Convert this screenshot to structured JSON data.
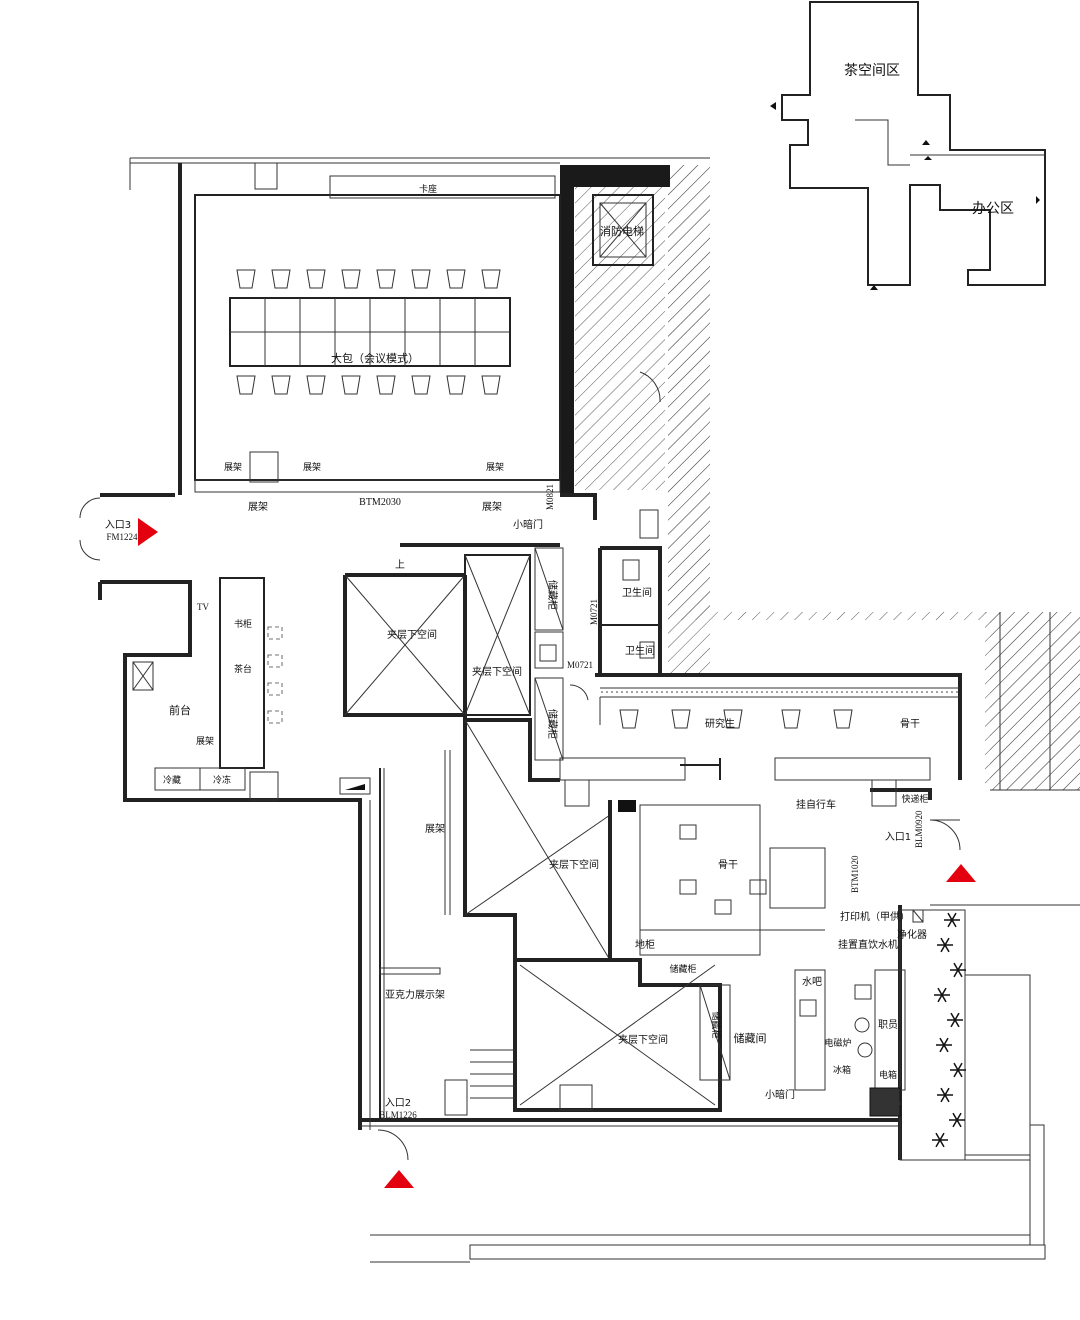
{
  "key_plan": {
    "tea_zone": "茶空间区",
    "office_zone": "办公区"
  },
  "rooms": {
    "private_room": "大包（会议模式）",
    "card_seats": "卡座",
    "display_rack_1": "展架",
    "display_rack_2": "展架",
    "display_rack_3": "展架",
    "display_rack_4": "展架",
    "display_rack_5": "展架",
    "display_rack_6": "展架",
    "display_rack_7": "展架",
    "fire_elevator": "消防电梯",
    "reception": "前台",
    "tv": "TV",
    "mezz_1": "夹层下空间",
    "mezz_2": "夹层下空间",
    "mezz_3": "夹层下空间",
    "mezz_4": "夹层下空间",
    "storage_cab_1": "储藏柜",
    "storage_cab_2": "储藏柜",
    "storage_cab_3": "储藏柜",
    "storage_cab_4": "储藏柜",
    "storage_room": "储藏间",
    "wc_1": "卫生间",
    "wc_2": "卫生间",
    "researcher": "研究生",
    "backbone_1": "骨干",
    "backbone_2": "骨干",
    "hang_bike": "挂自行车",
    "water_bar": "水吧",
    "staff": "职员",
    "printer": "打印机（甲供）",
    "purifier": "净化器",
    "water_dispenser": "挂置直饮水机",
    "acrylic": "亚克力展示架",
    "small_door_1": "小暗门",
    "small_door_2": "小暗门",
    "up": "上",
    "floor_cab": "地柜",
    "stove": "电磁炉",
    "fridge": "冰箱",
    "book_cab": "书柜",
    "tea_cab": "茶台",
    "fridge2": "冷藏",
    "fridge3": "冷冻",
    "electric": "电箱",
    "express": "快递柜"
  },
  "entries": {
    "e1_label": "入口1",
    "e1_code": "BLM0920",
    "e2_label": "入口2",
    "e2_code": "BLM1226",
    "e3_label": "入口3",
    "e3_code": "FM1224"
  },
  "door_codes": {
    "btm2030": "BTM2030",
    "m0821": "M0821",
    "m0721a": "M0721",
    "m0721b": "M0721",
    "btm1020": "BTM1020"
  },
  "colors": {
    "entry_marker": "#e3000f",
    "wall": "#222222",
    "hatch": "#555555"
  }
}
